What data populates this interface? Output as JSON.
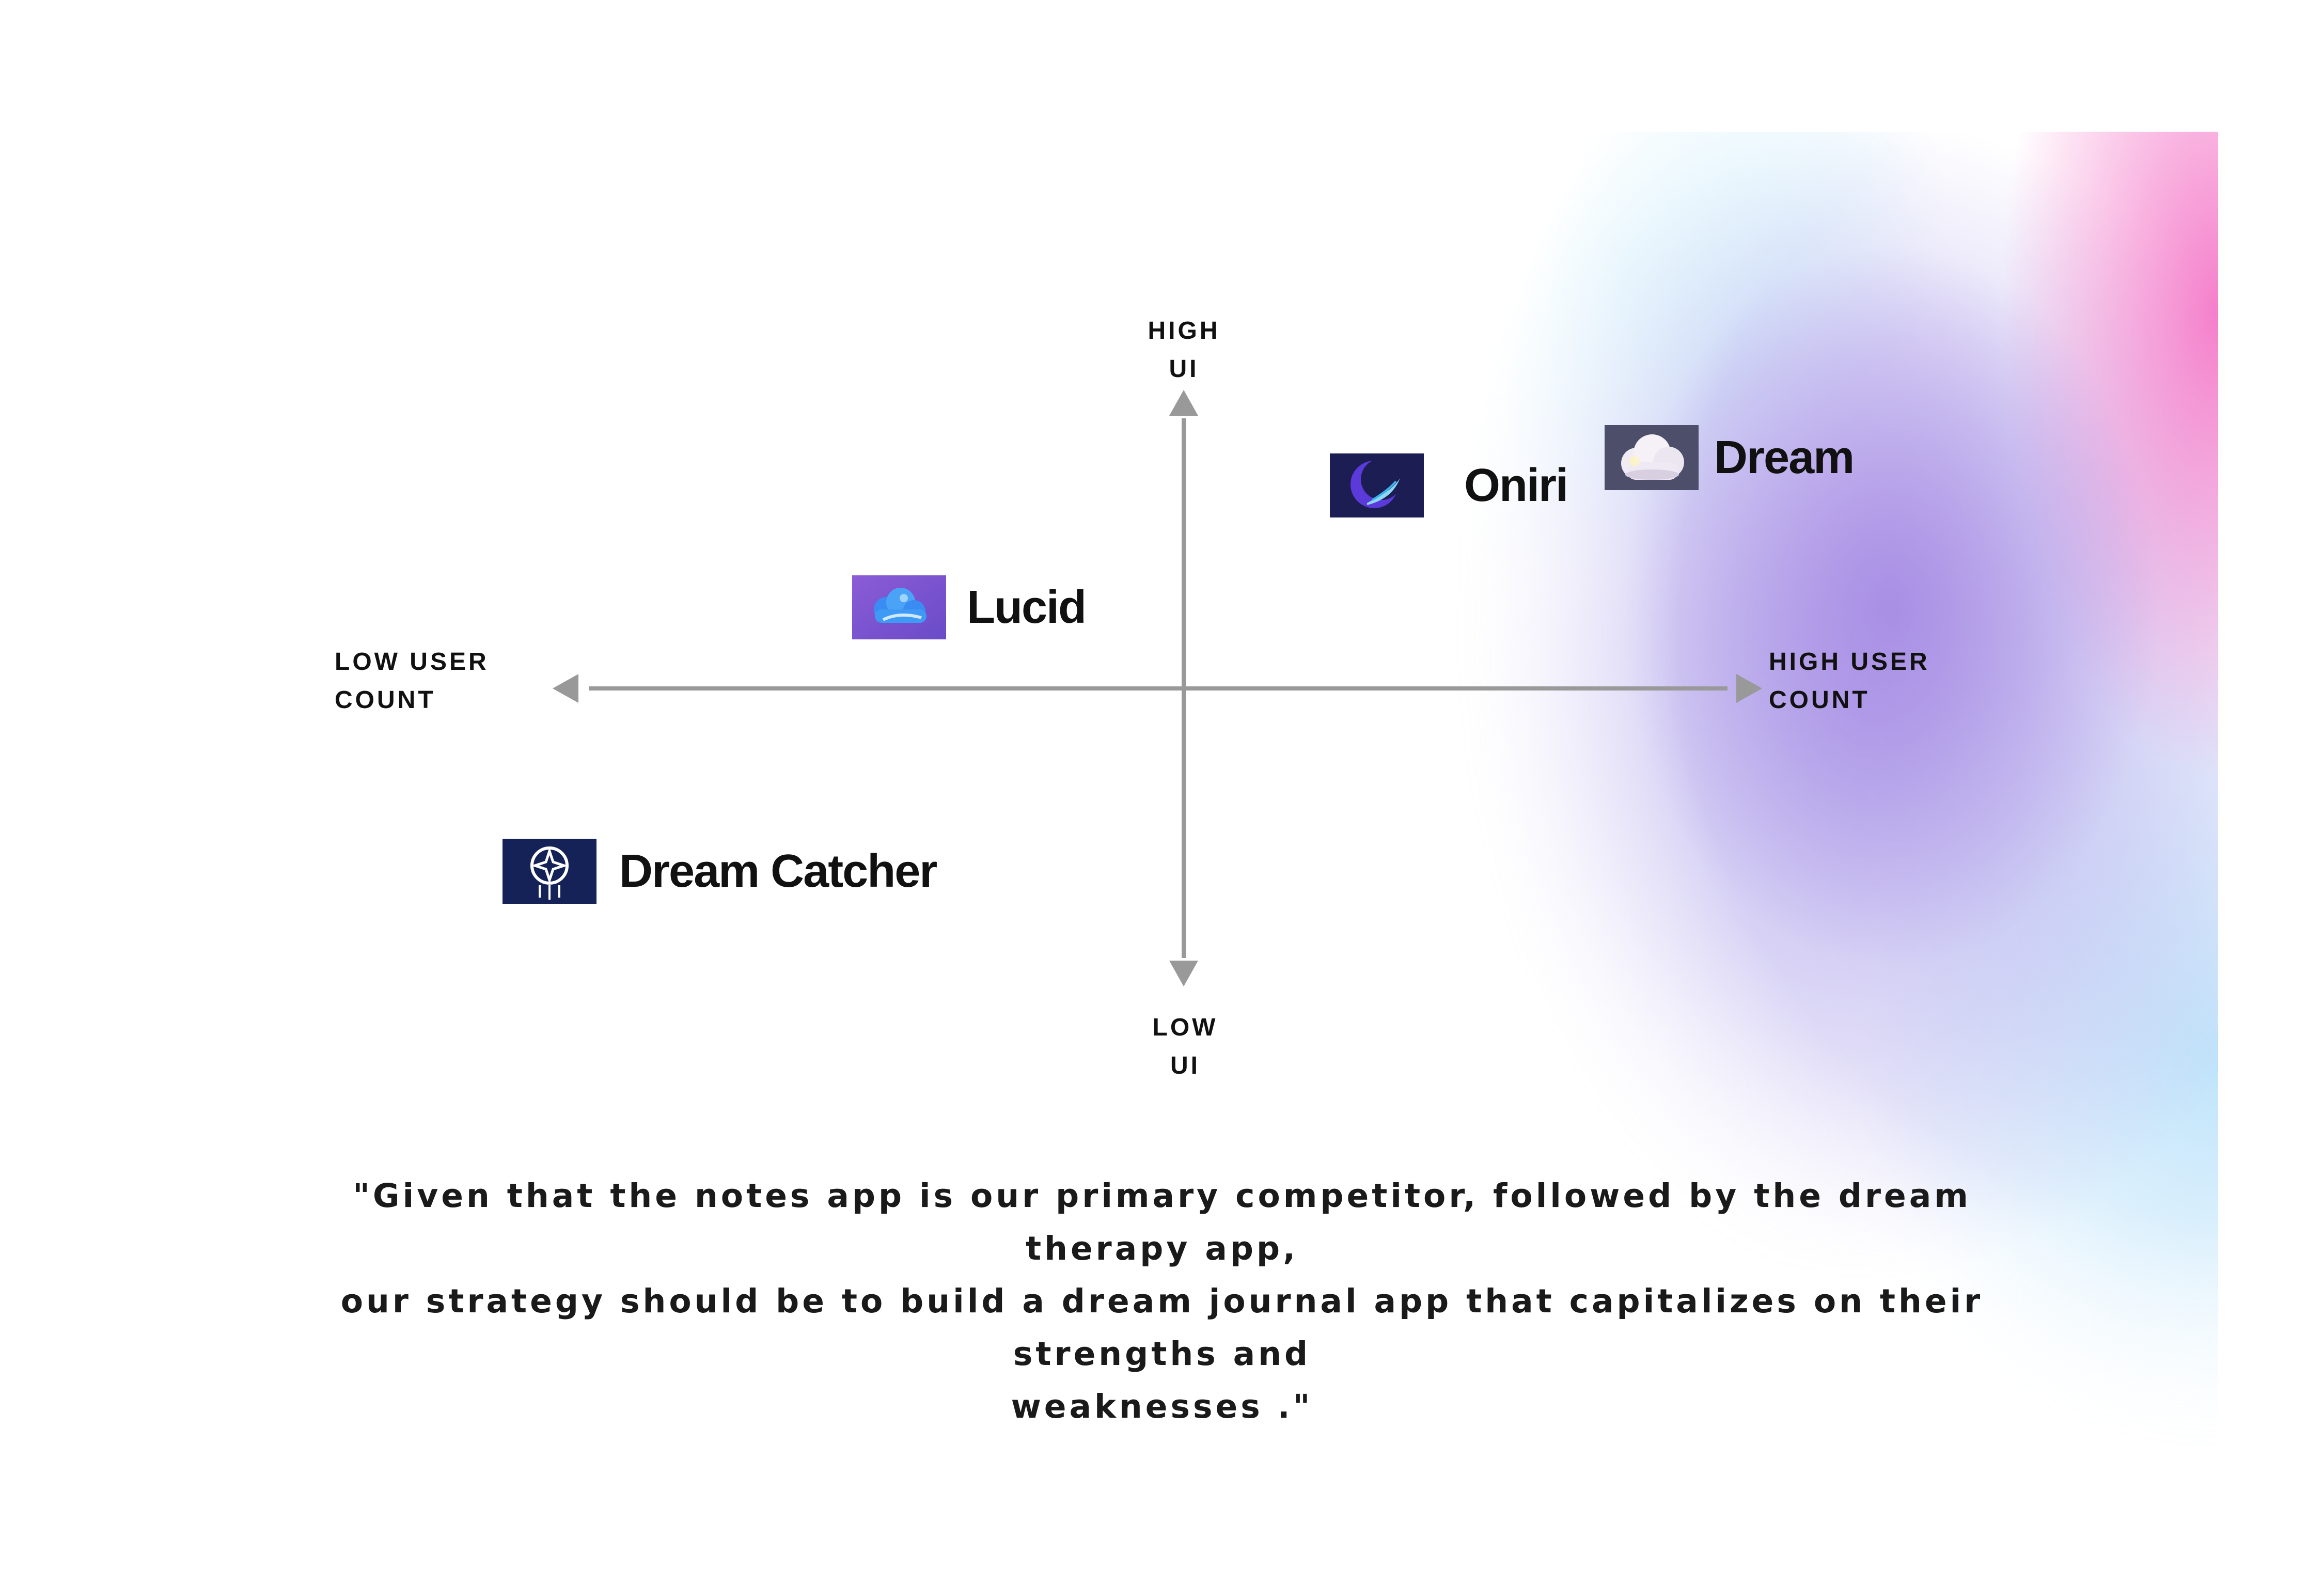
{
  "axes": {
    "y_top": {
      "line1": "HIGH",
      "line2": "UI"
    },
    "y_bottom": {
      "line1": "LOW",
      "line2": "UI"
    },
    "x_left": {
      "line1": "LOW USER",
      "line2": "COUNT"
    },
    "x_right": {
      "line1": "HIGH USER",
      "line2": "COUNT"
    }
  },
  "apps": {
    "oniri": {
      "name": "Oniri",
      "icon": "oniri-moon-feather-icon"
    },
    "dream": {
      "name": "Dream",
      "icon": "dream-cloud-icon"
    },
    "lucid": {
      "name": "Lucid",
      "icon": "lucid-cloud-icon"
    },
    "dream_catcher": {
      "name": "Dream Catcher",
      "icon": "dreamcatcher-icon"
    }
  },
  "quote": {
    "line1": "\"Given that the notes app is our primary competitor, followed by the dream therapy app,",
    "line2": "our strategy should be to build a dream journal app that capitalizes on their strengths and",
    "line3": "weaknesses .\""
  },
  "colors": {
    "axis": "#999999",
    "gradient_pink": "#f478c8",
    "gradient_purple": "#a88ce4",
    "gradient_cyan": "#b9e8fa"
  }
}
